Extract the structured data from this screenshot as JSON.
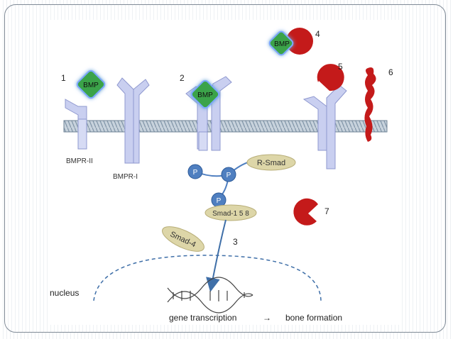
{
  "slide": {
    "labels": {
      "n1": "1",
      "n2": "2",
      "n3": "3",
      "n4": "4",
      "n5": "5",
      "n6": "6",
      "n7": "7",
      "bmp": "BMP",
      "bmpr2": "BMPR-II",
      "bmpr1": "BMPR-I",
      "p": "P",
      "rsmad": "R-Smad",
      "smad158": "Smad-1 5 8",
      "smad4": "Smad-4",
      "nucleus": "nucleus",
      "gene": "gene transcription",
      "arrow": "→",
      "bone": "bone formation"
    },
    "colors": {
      "receptor": "#c9cff0",
      "receptor_edge": "#8f98cf",
      "bmp_green": "#3aa34a",
      "bmp_glow": "#7fa8ff",
      "antagonist_red": "#c41a1a",
      "phospho_blue": "#4f7fc0",
      "smad_tan": "#ddd6a8",
      "membrane": "#9fb0c0"
    }
  }
}
